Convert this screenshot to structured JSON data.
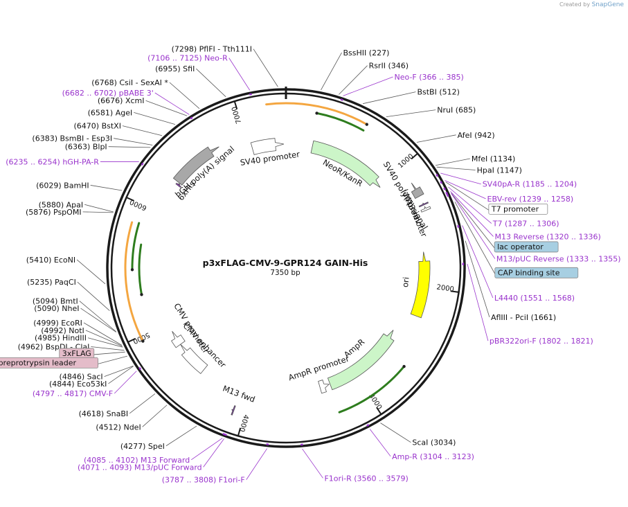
{
  "brand": {
    "created_by": "Created by",
    "name": "SnapGene"
  },
  "plasmid": {
    "name": "p3xFLAG-CMV-9-GPR124 GAIN-His",
    "size": "7350 bp",
    "length": 7350
  },
  "colors": {
    "backbone": "#1a1a1a",
    "primer": "#9933cc",
    "ori": "#ffff00",
    "amp": "#ccf5c8",
    "neo": "#ccf5c8",
    "sv40promoter": "#ffffff",
    "orf_orange": "#f4a640",
    "orf_green": "#2e7d1e",
    "lac_operator_box": "#a7cfe2",
    "cap_box": "#a7cfe2",
    "t7_box": "#ffffff",
    "flag_box": "#e4bcc9"
  },
  "ticks": [
    {
      "value": 1000,
      "label": "1000"
    },
    {
      "value": 2000,
      "label": "2000"
    },
    {
      "value": 3000,
      "label": "3000"
    },
    {
      "value": 4000,
      "label": "4000"
    },
    {
      "value": 5000,
      "label": "5000"
    },
    {
      "value": 6000,
      "label": "6000"
    },
    {
      "value": 7000,
      "label": "7000"
    }
  ],
  "labels": [
    {
      "text": "(7298)  PflFI   - Tth111I",
      "kind": "enzyme",
      "pos": 7298
    },
    {
      "text": "(7106 .. 7125)  Neo-R",
      "kind": "primer",
      "pos": 7115
    },
    {
      "text": "(6955)  SfiI",
      "kind": "enzyme",
      "pos": 6955
    },
    {
      "text": "(6768)  CsiI   - SexAI *",
      "kind": "enzyme",
      "pos": 6768
    },
    {
      "text": "(6682 .. 6702)  pBABE 3'",
      "kind": "primer",
      "pos": 6692
    },
    {
      "text": "(6676)  XcmI",
      "kind": "enzyme",
      "pos": 6676
    },
    {
      "text": "(6581)  AgeI",
      "kind": "enzyme",
      "pos": 6581
    },
    {
      "text": "(6470)  BstXI",
      "kind": "enzyme",
      "pos": 6470
    },
    {
      "text": "(6383)  BsmBI   - Esp3I",
      "kind": "enzyme",
      "pos": 6383
    },
    {
      "text": "(6363)  BlpI",
      "kind": "enzyme",
      "pos": 6363
    },
    {
      "text": "(6235 .. 6254)  hGH-PA-R",
      "kind": "primer",
      "pos": 6245
    },
    {
      "text": "(6029)  BamHI",
      "kind": "enzyme",
      "pos": 6029
    },
    {
      "text": "(5880)  ApaI",
      "kind": "enzyme",
      "pos": 5880
    },
    {
      "text": "(5876)  PspOMI",
      "kind": "enzyme",
      "pos": 5876
    },
    {
      "text": "(5410)  EcoNI",
      "kind": "enzyme",
      "pos": 5410
    },
    {
      "text": "(5235)  PaqCI",
      "kind": "enzyme",
      "pos": 5235
    },
    {
      "text": "(5094)  BmtI",
      "kind": "enzyme",
      "pos": 5094
    },
    {
      "text": "(5090)  NheI",
      "kind": "enzyme",
      "pos": 5090
    },
    {
      "text": "(4999)  EcoRI",
      "kind": "enzyme",
      "pos": 4999
    },
    {
      "text": "(4992)  NotI",
      "kind": "enzyme",
      "pos": 4992
    },
    {
      "text": "(4985)  HindIII",
      "kind": "enzyme",
      "pos": 4985
    },
    {
      "text": "(4962)  BspDI   - ClaI",
      "kind": "enzyme",
      "pos": 4962
    },
    {
      "text": "3xFLAG",
      "kind": "box",
      "pos": 4950
    },
    {
      "text": "preprotrypsin leader",
      "kind": "box",
      "pos": 4920
    },
    {
      "text": "(4846)  SacI",
      "kind": "enzyme",
      "pos": 4846
    },
    {
      "text": "(4844)  Eco53kI",
      "kind": "enzyme",
      "pos": 4844
    },
    {
      "text": "(4797 .. 4817)  CMV-F",
      "kind": "primer",
      "pos": 4807
    },
    {
      "text": "(4618)  SnaBI",
      "kind": "enzyme",
      "pos": 4618
    },
    {
      "text": "(4512)  NdeI",
      "kind": "enzyme",
      "pos": 4512
    },
    {
      "text": "(4277)  SpeI",
      "kind": "enzyme",
      "pos": 4277
    },
    {
      "text": "(4085 .. 4102)  M13 Forward",
      "kind": "primer",
      "pos": 4093
    },
    {
      "text": "(4071 .. 4093)  M13/pUC Forward",
      "kind": "primer",
      "pos": 4082
    },
    {
      "text": "(3787 .. 3808)  F1ori-F",
      "kind": "primer",
      "pos": 3797
    },
    {
      "text": "F1ori-R    (3560 .. 3579)",
      "kind": "primer",
      "pos": 3570
    },
    {
      "text": "Amp-R    (3104 .. 3123)",
      "kind": "primer",
      "pos": 3113
    },
    {
      "text": "ScaI    (3034)",
      "kind": "enzyme",
      "pos": 3034
    },
    {
      "text": "BssHII    (227)",
      "kind": "enzyme",
      "pos": 227
    },
    {
      "text": "RsrII    (346)",
      "kind": "enzyme",
      "pos": 346
    },
    {
      "text": "Neo-F    (366 .. 385)",
      "kind": "primer",
      "pos": 375
    },
    {
      "text": "BstBI    (512)",
      "kind": "enzyme",
      "pos": 512
    },
    {
      "text": "NruI    (685)",
      "kind": "enzyme",
      "pos": 685
    },
    {
      "text": "AfeI    (942)",
      "kind": "enzyme",
      "pos": 942
    },
    {
      "text": "MfeI    (1134)",
      "kind": "enzyme",
      "pos": 1134
    },
    {
      "text": "HpaI    (1147)",
      "kind": "enzyme",
      "pos": 1147
    },
    {
      "text": "SV40pA-R    (1185 .. 1204)",
      "kind": "primer",
      "pos": 1194
    },
    {
      "text": "EBV-rev    (1239 .. 1258)",
      "kind": "primer",
      "pos": 1248
    },
    {
      "text": "T7 promoter",
      "kind": "box",
      "pos": 1260
    },
    {
      "text": "T7    (1287 .. 1306)",
      "kind": "primer",
      "pos": 1296
    },
    {
      "text": "M13 Reverse    (1320 .. 1336)",
      "kind": "primer",
      "pos": 1328
    },
    {
      "text": "lac operator",
      "kind": "box",
      "pos": 1340
    },
    {
      "text": "M13/pUC Reverse    (1333 .. 1355)",
      "kind": "primer",
      "pos": 1344
    },
    {
      "text": "CAP binding site",
      "kind": "box",
      "pos": 1400
    },
    {
      "text": "L4440    (1551 .. 1568)",
      "kind": "primer",
      "pos": 1560
    },
    {
      "text": "AflIII   - PciI    (1661)",
      "kind": "enzyme",
      "pos": 1661
    },
    {
      "text": "pBR322ori-F    (1802 .. 1821)",
      "kind": "primer",
      "pos": 1811
    }
  ],
  "features": [
    {
      "name": "NeoR/KanR",
      "start": 250,
      "end": 1010,
      "dir": 1,
      "type": "gene"
    },
    {
      "name": "SV40 promoter",
      "start": 7030,
      "end": 7330,
      "dir": 1,
      "type": "promoter"
    },
    {
      "name": "SV40 poly(A) signal",
      "start": 1140,
      "end": 1260,
      "dir": -1,
      "type": "polyA"
    },
    {
      "name": "M13 rev",
      "start": 1320,
      "end": 1336,
      "dir": -1,
      "type": "primer_bind"
    },
    {
      "name": "lac promoter",
      "start": 1350,
      "end": 1380,
      "dir": -1,
      "type": "promoter"
    },
    {
      "name": "ori",
      "start": 1700,
      "end": 2250,
      "dir": -1,
      "type": "ori"
    },
    {
      "name": "AmpR",
      "start": 2450,
      "end": 3250,
      "dir": -1,
      "type": "gene"
    },
    {
      "name": "AmpR promoter",
      "start": 3260,
      "end": 3350,
      "dir": -1,
      "type": "promoter"
    },
    {
      "name": "M13 fwd",
      "start": 4085,
      "end": 4102,
      "dir": 1,
      "type": "primer_bind"
    },
    {
      "name": "CMV enhancer",
      "start": 4470,
      "end": 4780,
      "dir": 1,
      "type": "enhancer"
    },
    {
      "name": "CMV promoter",
      "start": 4780,
      "end": 4920,
      "dir": 1,
      "type": "promoter"
    },
    {
      "name": "6xHis",
      "start": 6275,
      "end": 6295,
      "dir": 1,
      "type": "tag"
    },
    {
      "name": "hGH poly(A) signal",
      "start": 6300,
      "end": 6760,
      "dir": 1,
      "type": "polyA"
    }
  ]
}
